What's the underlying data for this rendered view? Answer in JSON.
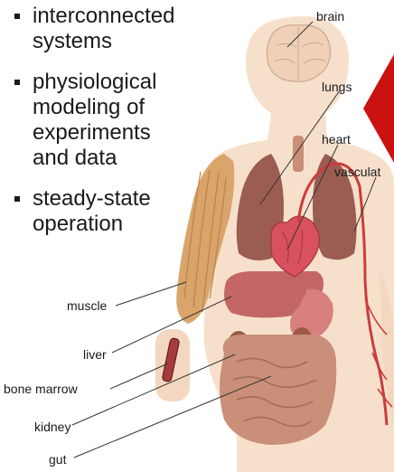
{
  "bullets": [
    {
      "lines": [
        "interconnected",
        "systems"
      ]
    },
    {
      "lines": [
        "physiological",
        "modeling of",
        "experiments",
        "and data"
      ]
    },
    {
      "lines": [
        "steady-state",
        "operation"
      ]
    }
  ],
  "labels": {
    "brain": "brain",
    "lungs": "lungs",
    "heart": "heart",
    "vasculature": "vasculat",
    "muscle": "muscle",
    "liver": "liver",
    "bone_marrow": "bone marrow",
    "kidney": "kidney",
    "gut": "gut"
  },
  "colors": {
    "skin": "#f6e0cc",
    "brain": "#f0d1b8",
    "lungs": "#9b5c52",
    "heart": "#d9505f",
    "vessel": "#cc3b3b",
    "muscle": "#d9a56a",
    "liver": "#c46666",
    "stomach": "#d88080",
    "kidney": "#9c5a48",
    "gut": "#c98f78",
    "accent_red": "#cc1111"
  }
}
